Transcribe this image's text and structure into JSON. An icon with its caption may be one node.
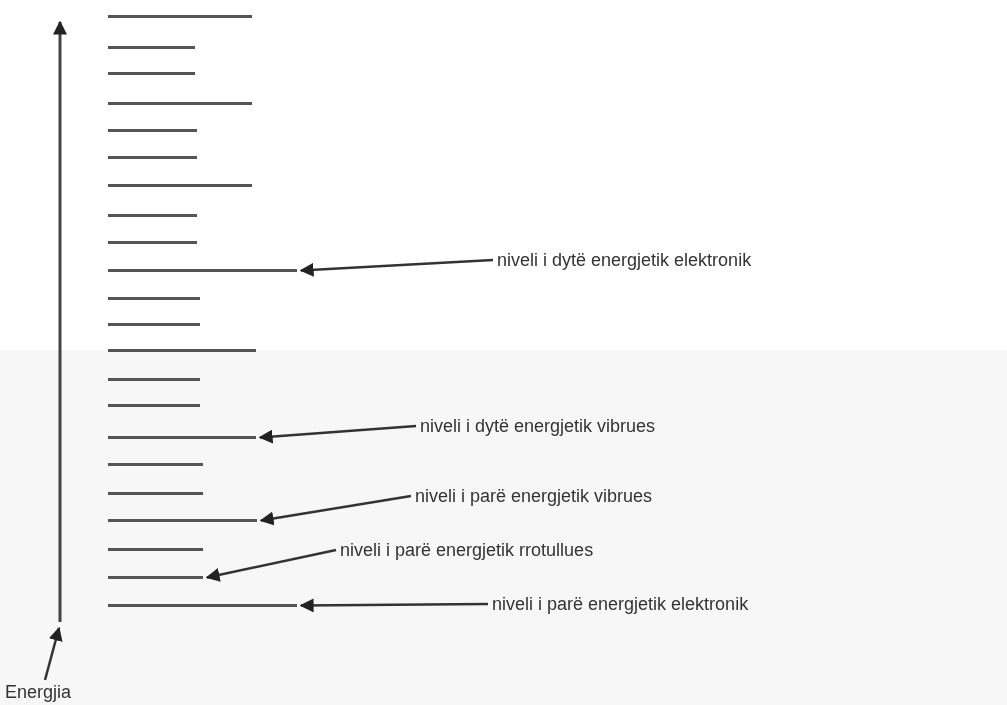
{
  "diagram": {
    "nodes": [
      {
        "text": [
          "niveli i dytë energjetik elektronik"
        ]
      },
      {
        "text": [],
        "shape": "bar"
      },
      {
        "text": [
          "niveli i dytë energjetik vibrues"
        ]
      },
      {
        "text": [],
        "shape": "bar"
      },
      {
        "text": [
          "niveli i parë energjetik vibrues"
        ]
      },
      {
        "text": [],
        "shape": "bar"
      },
      {
        "text": [
          "niveli i parë energjetik rrotullues"
        ]
      },
      {
        "text": [],
        "shape": "bar"
      },
      {
        "text": [
          "niveli i parë energjetik elektronik"
        ]
      },
      {
        "text": [],
        "shape": "bar"
      },
      {
        "text": [
          "Energjia"
        ]
      }
    ],
    "edges": [
      {
        "from": 0,
        "to": 1,
        "arrow": "to"
      },
      {
        "from": 2,
        "to": 3,
        "arrow": "to"
      },
      {
        "from": 4,
        "to": 5,
        "arrow": "to"
      },
      {
        "from": 6,
        "to": 7,
        "arrow": "to"
      },
      {
        "from": 8,
        "to": 9,
        "arrow": "to"
      },
      {
        "from": 10,
        "to": null,
        "arrow": "to"
      }
    ]
  }
}
